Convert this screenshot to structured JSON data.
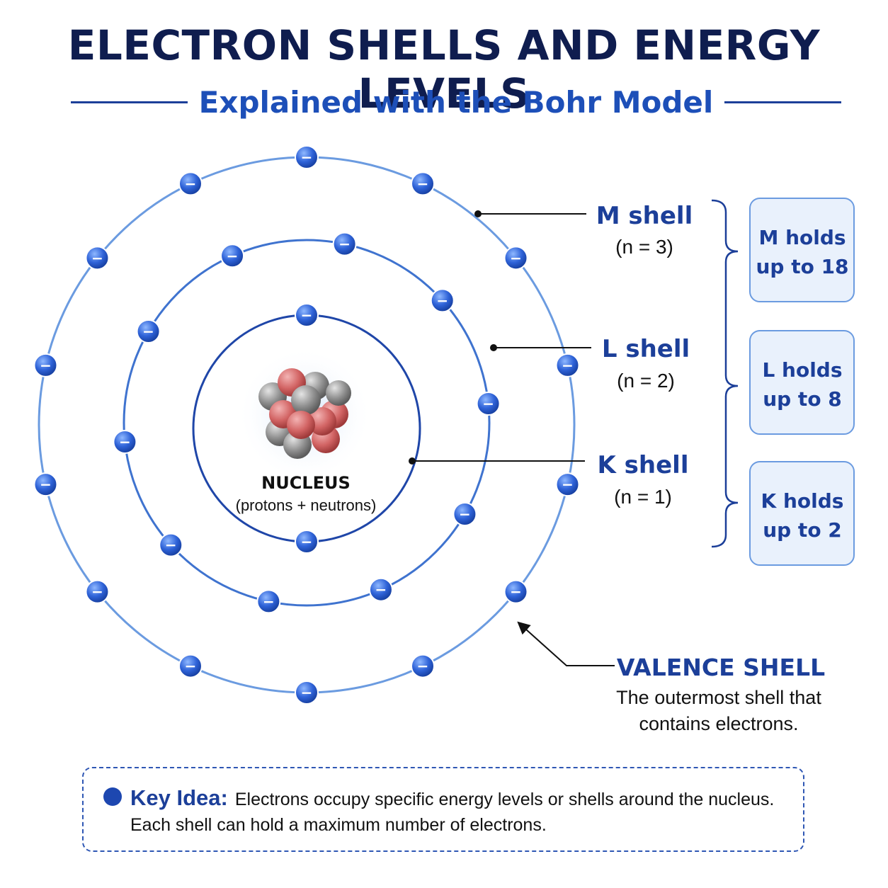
{
  "title": "ELECTRON SHELLS AND ENERGY LEVELS",
  "subtitle": "Explained with the Bohr Model",
  "nucleus": {
    "label": "NUCLEUS",
    "sublabel": "(protons + neutrons)"
  },
  "shells": [
    {
      "id": "K",
      "name": "K shell",
      "n_label": "(n = 1)",
      "capacity_line1": "K holds",
      "capacity_line2": "up to 2",
      "max_electrons": 2,
      "drawn_electrons": 2
    },
    {
      "id": "L",
      "name": "L shell",
      "n_label": "(n = 2)",
      "capacity_line1": "L holds",
      "capacity_line2": "up to 8",
      "max_electrons": 8,
      "drawn_electrons": 10
    },
    {
      "id": "M",
      "name": "M shell",
      "n_label": "(n = 3)",
      "capacity_line1": "M holds",
      "capacity_line2": "up to 18",
      "max_electrons": 18,
      "drawn_electrons": 14
    }
  ],
  "electron_symbol": "−",
  "valence": {
    "title": "VALENCE SHELL",
    "line1": "The outermost shell that",
    "line2": "contains electrons."
  },
  "key_idea": {
    "label": "Key Idea:",
    "line1": "Electrons occupy specific energy levels or shells around the nucleus.",
    "line2": "Each shell can hold a maximum number of electrons."
  },
  "colors": {
    "title": "#0f1d4f",
    "accent": "#1d4fb8",
    "label_blue": "#1c3f99",
    "shell_outer": "#6b9be0",
    "shell_inner": "#1f46a8",
    "proton": "#d06262",
    "neutron": "#8a8a8a",
    "capacity_box_bg": "#e9f1fc"
  }
}
